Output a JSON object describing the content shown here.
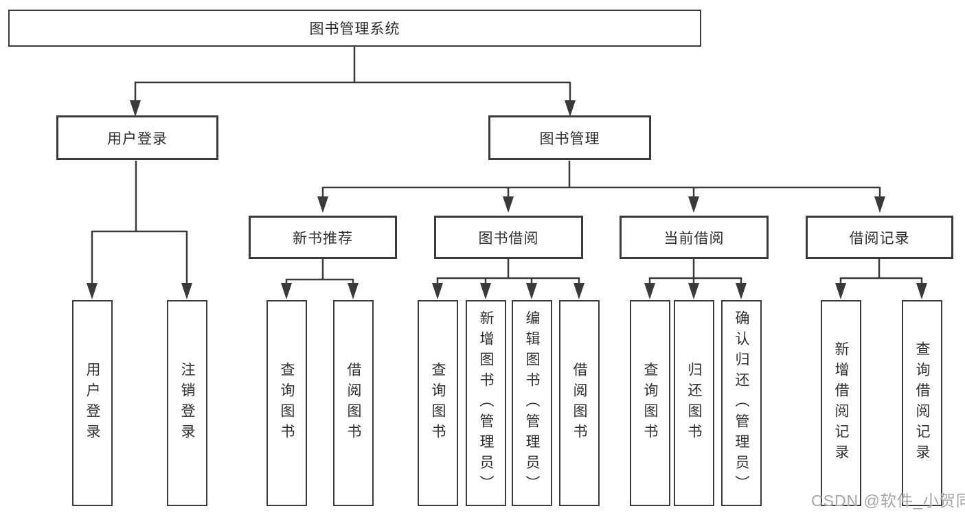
{
  "diagram": {
    "root": {
      "label": "图书管理系统"
    },
    "level2": [
      {
        "label": "用户登录"
      },
      {
        "label": "图书管理"
      }
    ],
    "level3": [
      {
        "label": "新书推荐"
      },
      {
        "label": "图书借阅"
      },
      {
        "label": "当前借阅"
      },
      {
        "label": "借阅记录"
      }
    ],
    "leaves": [
      {
        "label": "用户登录"
      },
      {
        "label": "注销登录"
      },
      {
        "label": "查询图书"
      },
      {
        "label": "借阅图书"
      },
      {
        "label": "查询图书"
      },
      {
        "label": "新增图书（管理员）"
      },
      {
        "label": "编辑图书（管理员）"
      },
      {
        "label": "借阅图书"
      },
      {
        "label": "查询图书"
      },
      {
        "label": "归还图书"
      },
      {
        "label": "确认归还（管理员）"
      },
      {
        "label": "新增借阅记录"
      },
      {
        "label": "查询借阅记录"
      }
    ]
  },
  "watermark": {
    "text": "CSDN @软件_小贺同学"
  },
  "colors": {
    "line": "#3a3a3a",
    "box_border": "#3a3a3a",
    "text": "#2f2f2f",
    "watermark": "#a6a6a6",
    "background": "#ffffff"
  }
}
